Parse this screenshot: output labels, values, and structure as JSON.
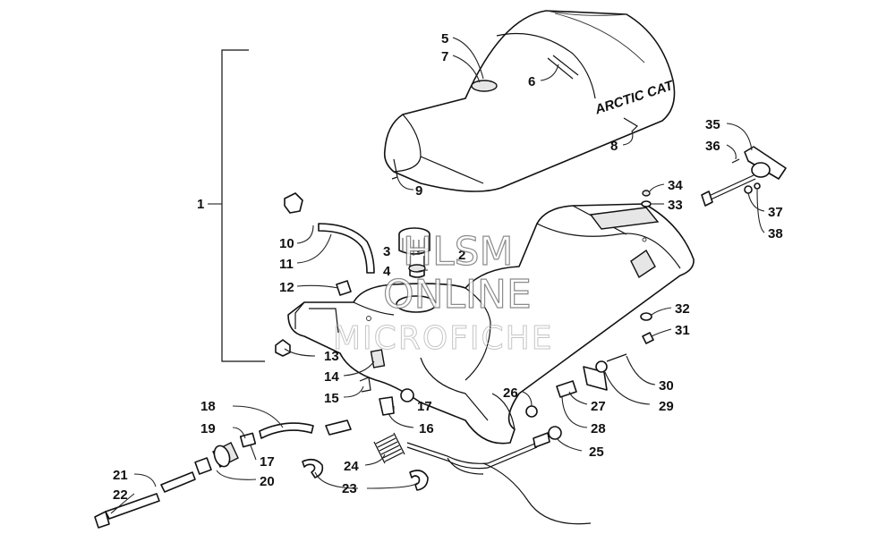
{
  "brand_text": "ARCTIC CAT",
  "watermark": {
    "line1": "HLSM",
    "line2": "ONLINE",
    "line3": "MICROFICHE"
  },
  "callouts": [
    "1",
    "2",
    "3",
    "4",
    "5",
    "6",
    "7",
    "8",
    "9",
    "10",
    "11",
    "12",
    "13",
    "14",
    "15",
    "16",
    "17",
    "17",
    "17",
    "18",
    "19",
    "20",
    "21",
    "22",
    "23",
    "24",
    "25",
    "26",
    "27",
    "28",
    "29",
    "30",
    "31",
    "32",
    "33",
    "34",
    "35",
    "36",
    "37",
    "38"
  ]
}
